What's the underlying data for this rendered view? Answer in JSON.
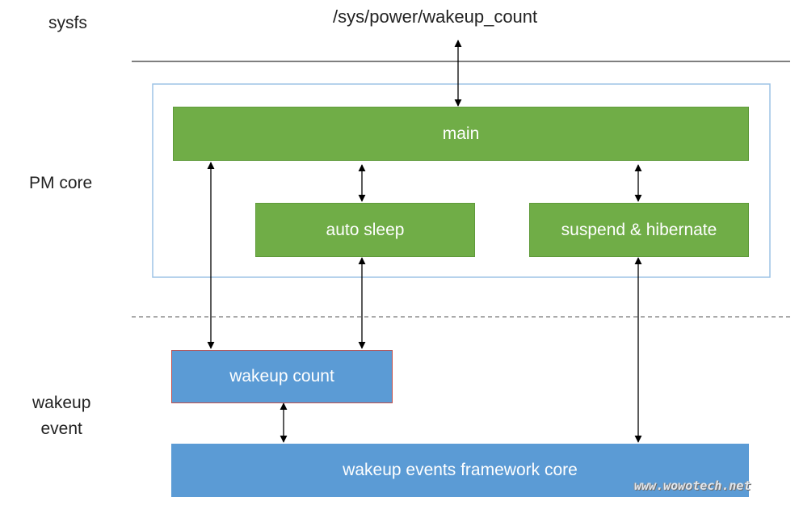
{
  "layers": {
    "sysfs": "sysfs",
    "pm_core": "PM core",
    "wakeup_event": "wakeup\nevent"
  },
  "sysfs_node": "/sys/power/wakeup_count",
  "boxes": {
    "main": "main",
    "auto_sleep": "auto sleep",
    "suspend_hibernate": "suspend & hibernate",
    "wakeup_count": "wakeup count",
    "framework_core": "wakeup events framework core"
  },
  "watermark": "www.wowotech.net",
  "colors": {
    "green_box": "#70ad47",
    "blue_box": "#5b9bd5",
    "pm_core_border": "#9dc3e6",
    "wakeup_count_border": "#c0504d"
  }
}
